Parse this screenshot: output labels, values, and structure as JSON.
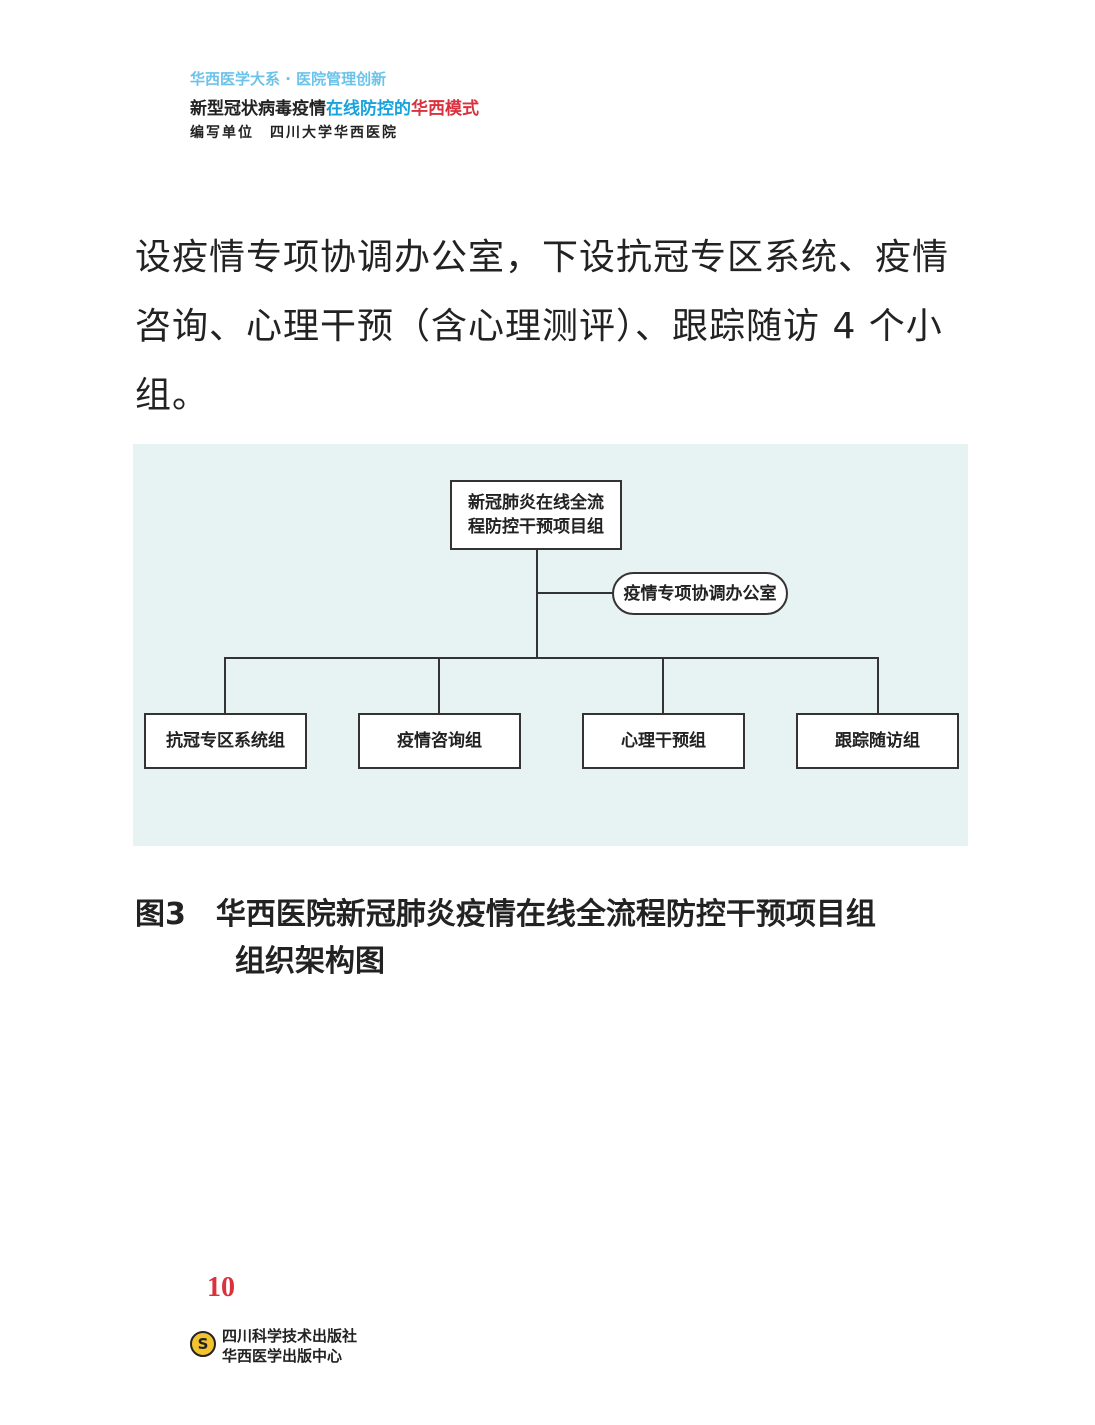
{
  "header": {
    "series": "华西医学大系 · 医院管理创新",
    "title_black": "新型冠状病毒疫情",
    "title_blue": "在线防控的",
    "title_red": "华西模式",
    "editor": "编写单位　四川大学华西医院"
  },
  "body_lines": [
    "设疫情专项协调办公室，下设抗冠专区系统、疫情",
    "咨询、心理干预（含心理测评）、跟踪随访 4 个小",
    "组。"
  ],
  "diagram": {
    "top_line1": "新冠肺炎在线全流",
    "top_line2": "程防控干预项目组",
    "office": "疫情专项协调办公室",
    "groups": [
      "抗冠专区系统组",
      "疫情咨询组",
      "心理干预组",
      "跟踪随访组"
    ]
  },
  "caption": {
    "line1": "图3　华西医院新冠肺炎疫情在线全流程防控干预项目组",
    "line2": "组织架构图"
  },
  "footer": {
    "page_number": "10",
    "publisher1": "四川科学技术出版社",
    "publisher2": "华西医学出版中心",
    "logo_text": "S"
  }
}
